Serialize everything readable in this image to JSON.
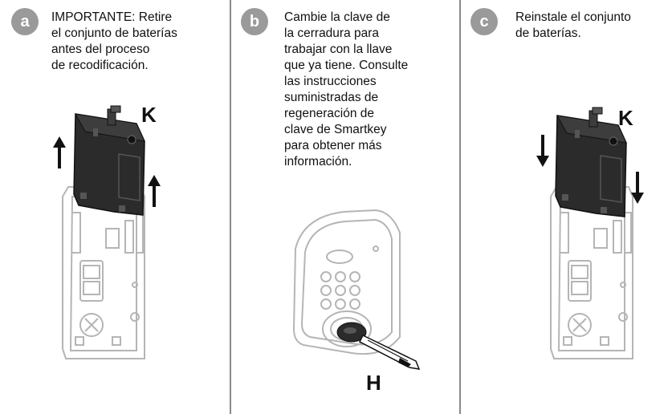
{
  "steps": [
    {
      "badge": "a",
      "text": "IMPORTANTE: Retire\nel conjunto de baterías\nantes del proceso\nde recodificación.",
      "label": "K"
    },
    {
      "badge": "b",
      "text": "Cambie la clave de\nla cerradura para\ntrabajar con la llave\nque ya tiene. Consulte\nlas instrucciones\nsuministradas de\nregeneración de\nclave de Smartkey\npara obtener más\ninformación.",
      "label": "H"
    },
    {
      "badge": "c",
      "text": "Reinstale el conjunto\nde baterías.",
      "label": "K"
    }
  ],
  "colors": {
    "badge": "#9a9a9a",
    "divider": "#8a8a8a",
    "battery": "#2b2b2b",
    "outline": "#b5b5b5"
  }
}
